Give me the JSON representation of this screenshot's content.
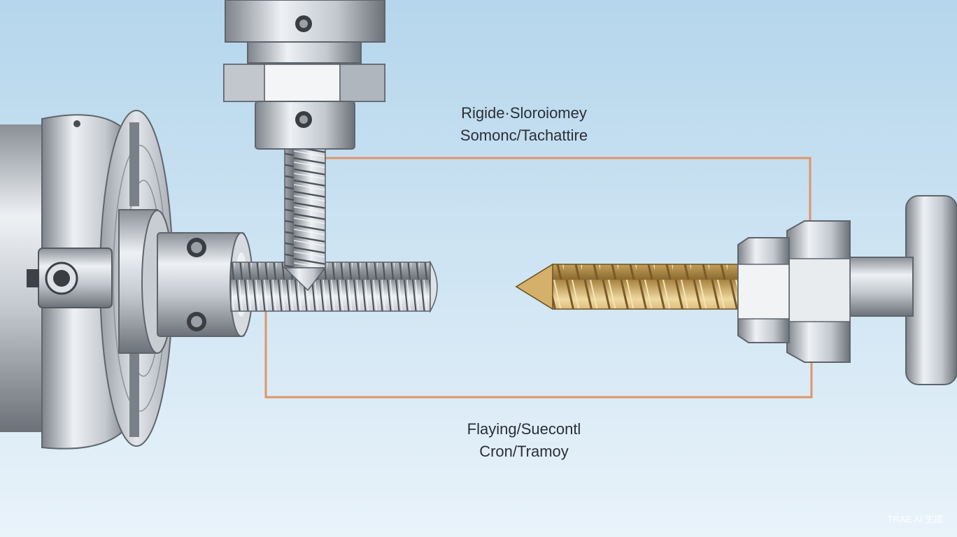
{
  "labels": {
    "top_line1": "Rigide·Sloroiomey",
    "top_line2": "Somonc/Tachattire",
    "bottom_line1": "Flaying/Suecontl",
    "bottom_line2": "Cron/Tramoy"
  },
  "watermark": "TRAE AI 生成",
  "colors": {
    "background_top": "#b5d6ec",
    "background_bottom": "#e9f3fa",
    "connector": "#e0946a",
    "steel_light": "#eceff2",
    "steel_mid": "#b9bfc6",
    "steel_dark": "#6b7178",
    "brass_light": "#e9cf93",
    "brass_dark": "#9c7a3e"
  },
  "icons": {
    "lathe_chuck": "lathe-chuck-icon",
    "vertical_spindle": "vertical-spindle-icon",
    "drill_bit": "drill-bit-icon",
    "tailstock": "tailstock-icon",
    "threaded_workpiece": "threaded-workpiece-icon"
  }
}
